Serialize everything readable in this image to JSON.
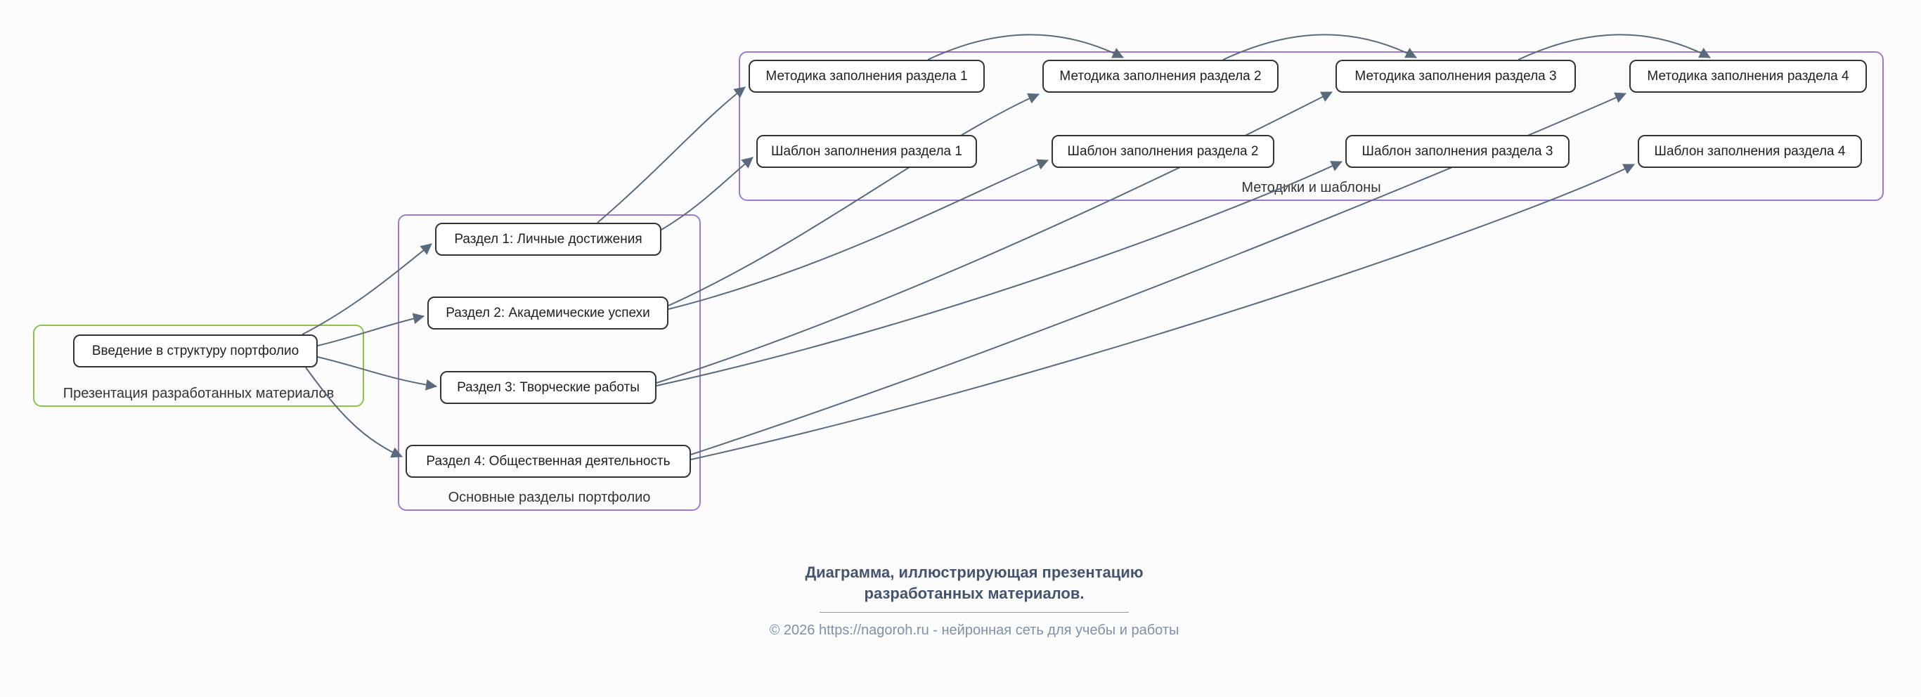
{
  "diagram": {
    "groups": [
      {
        "id": "presentation",
        "label": "Презентация разработанных материалов",
        "border_color": "#8bc34a"
      },
      {
        "id": "sections",
        "label": "Основные разделы портфолио",
        "border_color": "#9e79d2"
      },
      {
        "id": "methods",
        "label": "Методики и шаблоны",
        "border_color": "#9e79d2"
      }
    ],
    "nodes": [
      {
        "id": "intro",
        "label": "Введение в структуру портфолио"
      },
      {
        "id": "r1",
        "label": "Раздел 1: Личные достижения"
      },
      {
        "id": "r2",
        "label": "Раздел 2: Академические успехи"
      },
      {
        "id": "r3",
        "label": "Раздел 3: Творческие работы"
      },
      {
        "id": "r4",
        "label": "Раздел 4: Общественная деятельность"
      },
      {
        "id": "m1",
        "label": "Методика заполнения раздела 1"
      },
      {
        "id": "m2",
        "label": "Методика заполнения раздела 2"
      },
      {
        "id": "m3",
        "label": "Методика заполнения раздела 3"
      },
      {
        "id": "m4",
        "label": "Методика заполнения раздела 4"
      },
      {
        "id": "t1",
        "label": "Шаблон заполнения раздела 1"
      },
      {
        "id": "t2",
        "label": "Шаблон заполнения раздела 2"
      },
      {
        "id": "t3",
        "label": "Шаблон заполнения раздела 3"
      },
      {
        "id": "t4",
        "label": "Шаблон заполнения раздела 4"
      }
    ],
    "edges": [
      {
        "from": "intro",
        "to": "r1"
      },
      {
        "from": "intro",
        "to": "r2"
      },
      {
        "from": "intro",
        "to": "r3"
      },
      {
        "from": "intro",
        "to": "r4"
      },
      {
        "from": "r1",
        "to": "m1"
      },
      {
        "from": "r2",
        "to": "m2"
      },
      {
        "from": "r3",
        "to": "m3"
      },
      {
        "from": "r4",
        "to": "m4"
      },
      {
        "from": "r1",
        "to": "t1"
      },
      {
        "from": "r2",
        "to": "t2"
      },
      {
        "from": "r3",
        "to": "t3"
      },
      {
        "from": "r4",
        "to": "t4"
      },
      {
        "from": "m1",
        "to": "m2"
      },
      {
        "from": "m2",
        "to": "m3"
      },
      {
        "from": "m3",
        "to": "m4"
      }
    ]
  },
  "footer": {
    "caption_line1": "Диаграмма, иллюстрирующая презентацию",
    "caption_line2": "разработанных материалов.",
    "copyright": "© 2026 https://nagoroh.ru - нейронная сеть для учебы и работы"
  },
  "colors": {
    "edge_color": "#5a6a7d",
    "node_border": "#333333",
    "node_fill": "#ffffff",
    "green_border": "#8bc34a",
    "purple_border": "#9e79d2",
    "caption_color": "#44546f",
    "copyright_color": "#8090a6"
  }
}
